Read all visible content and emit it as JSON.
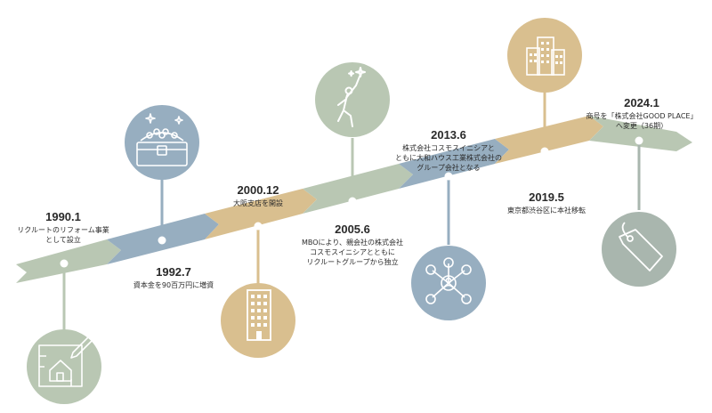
{
  "colors": {
    "sage": "#b9c7b3",
    "blue": "#97aec0",
    "tan": "#d9bf8f",
    "gray": "#a9b6ae",
    "dot": "#ffffff"
  },
  "milestones": [
    {
      "year": "1990.1",
      "text": "リクルートのリフォーム事業\nとして設立",
      "icon": "house-blueprint-icon"
    },
    {
      "year": "1992.7",
      "text": "資本金を90百万円に増資",
      "icon": "treasure-chest-icon"
    },
    {
      "year": "2000.12",
      "text": "大阪支店を開設",
      "icon": "office-building-icon"
    },
    {
      "year": "2005.6",
      "text": "MBOにより、親会社の株式会社\nコスモスイニシアとともに\nリクルートグループから独立",
      "icon": "jumping-person-icon"
    },
    {
      "year": "2013.6",
      "text": "株式会社コスモスイニシアと\nともに大和ハウス工業株式会社の\nグループ会社となる",
      "icon": "network-people-icon"
    },
    {
      "year": "2019.5",
      "text": "東京都渋谷区に本社移転",
      "icon": "city-buildings-icon"
    },
    {
      "year": "2024.1",
      "text": "商号を「株式会社GOOD PLACE」\nへ変更（36期）",
      "icon": "price-tag-icon"
    }
  ]
}
